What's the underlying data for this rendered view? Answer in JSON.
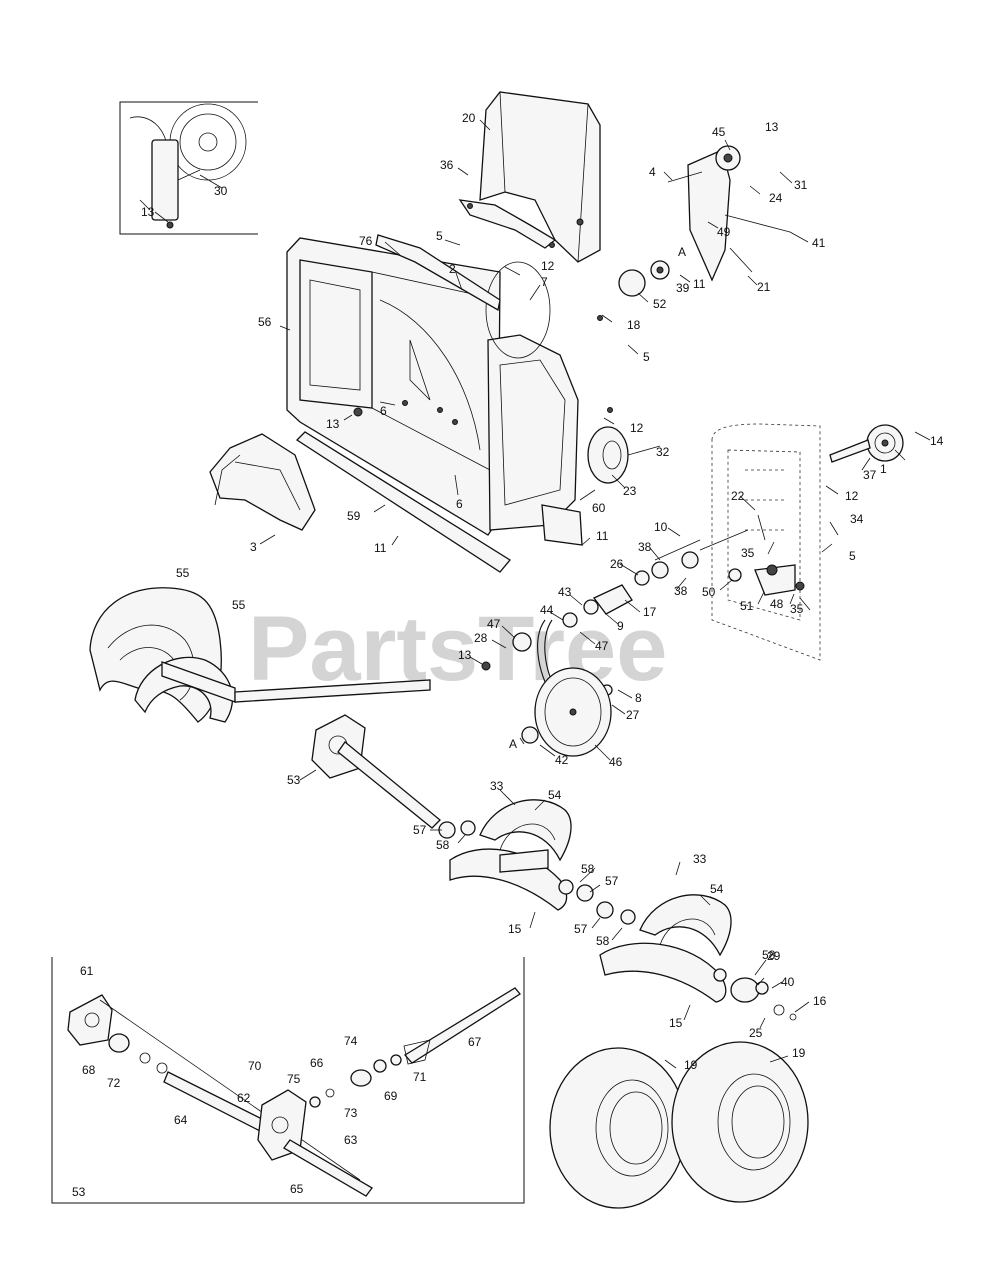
{
  "watermark": "PartsTree",
  "inset_bottom_label": "53",
  "callouts": [
    "1",
    "2",
    "3",
    "4",
    "5",
    "6",
    "7",
    "8",
    "9",
    "10",
    "11",
    "12",
    "13",
    "14",
    "15",
    "16",
    "17",
    "18",
    "19",
    "20",
    "21",
    "22",
    "23",
    "24",
    "25",
    "26",
    "27",
    "28",
    "29",
    "30",
    "31",
    "32",
    "33",
    "34",
    "35",
    "36",
    "37",
    "38",
    "39",
    "40",
    "41",
    "42",
    "43",
    "44",
    "45",
    "46",
    "47",
    "48",
    "49",
    "50",
    "51",
    "52",
    "53",
    "54",
    "55",
    "56",
    "57",
    "58",
    "59",
    "60",
    "61",
    "62",
    "63",
    "64",
    "65",
    "66",
    "67",
    "68",
    "69",
    "70",
    "71",
    "72",
    "73",
    "74",
    "75",
    "76",
    "A"
  ]
}
